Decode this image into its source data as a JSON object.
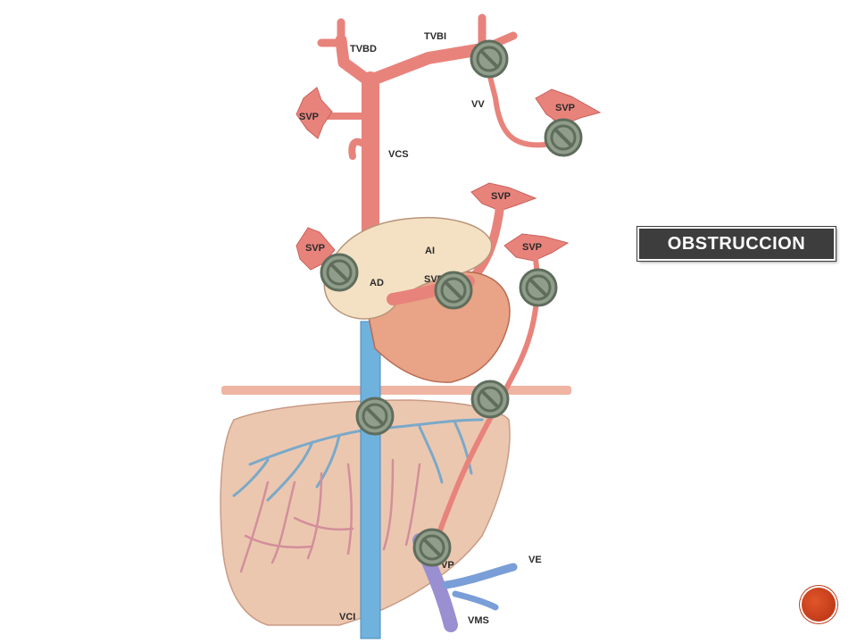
{
  "title": "OBSTRUCCION",
  "colors": {
    "vein": "#e8837c",
    "vein_dark": "#c9635c",
    "ivc": "#6fb2dd",
    "liver": "#ecc7b0",
    "liver_vessel_blue": "#7aa9c9",
    "liver_vessel_pink": "#d28f9a",
    "heart_atria": "#f4e1c4",
    "heart_ventricle": "#e9a386",
    "diaphragm": "#efb5a2",
    "obstruction_fill": "#8f9d8a",
    "obstruction_stroke": "#5f6d5c",
    "title_bg": "#3d3d3d",
    "badge": "#c9421c"
  },
  "labels": {
    "tvbd": "TVBD",
    "tvbi": "TVBI",
    "vv": "VV",
    "svp_left": "SVP",
    "svp_right_top": "SVP",
    "vcs": "VCS",
    "svp_center": "SVP",
    "svp_left2": "SVP",
    "ai": "AI",
    "svp_right2": "SVP",
    "ad": "AD",
    "svp_heart": "SVP",
    "vp": "VP",
    "ve": "VE",
    "vci": "VCI",
    "vms": "VMS"
  },
  "obstruction_icon": "no-entry-icon"
}
